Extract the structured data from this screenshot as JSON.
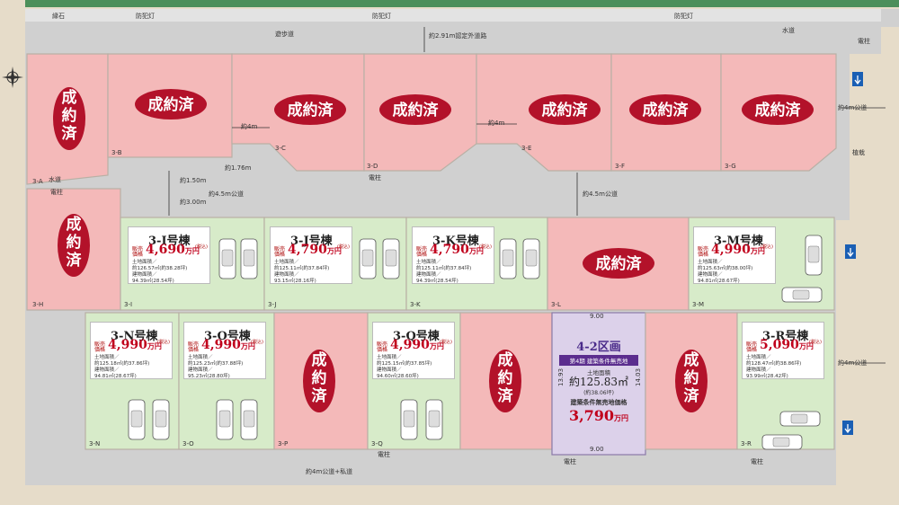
{
  "roads": {
    "top_curb": "縁石",
    "streetlight": "防犯灯",
    "promenade": "遊歩道",
    "outer_road": "約2.91m認定外道路",
    "road_4m": "約4m",
    "road_4m_public": "約4m公道",
    "road_176": "約1.76m",
    "road_150": "約1.50m",
    "road_300": "約3.00m",
    "road_45_public": "約4.5m公道",
    "bottom_road": "約4m公道+私道",
    "pole": "電柱",
    "pole_top_right": "電柱",
    "tree": "植栽",
    "water": "水道"
  },
  "seal_text": "成約済",
  "lots": [
    {
      "id": "3-A"
    },
    {
      "id": "3-B"
    },
    {
      "id": "3-C"
    },
    {
      "id": "3-D"
    },
    {
      "id": "3-E"
    },
    {
      "id": "3-F"
    },
    {
      "id": "3-G"
    },
    {
      "id": "3-H"
    },
    {
      "id": "3-I"
    },
    {
      "id": "3-J"
    },
    {
      "id": "3-K"
    },
    {
      "id": "3-L"
    },
    {
      "id": "3-M"
    },
    {
      "id": "3-N"
    },
    {
      "id": "3-O"
    },
    {
      "id": "3-P"
    },
    {
      "id": "3-Q"
    },
    {
      "id": "3-R"
    }
  ],
  "cards": [
    {
      "title": "3-I号棟",
      "price": "4,690",
      "land": "土地面積／",
      "land_val": "約126.57㎡(約38.28坪)",
      "bldg": "建物面積／",
      "bldg_val": "94.39㎡(28.54坪)"
    },
    {
      "title": "3-J号棟",
      "price": "4,790",
      "land": "土地面積／",
      "land_val": "約125.11㎡(約37.84坪)",
      "bldg": "建物面積／",
      "bldg_val": "93.15㎡(28.16坪)"
    },
    {
      "title": "3-K号棟",
      "price": "4,790",
      "land": "土地面積／",
      "land_val": "約125.11㎡(約37.84坪)",
      "bldg": "建物面積／",
      "bldg_val": "94.39㎡(28.54坪)"
    },
    {
      "title": "3-M号棟",
      "price": "4,990",
      "land": "土地面積／",
      "land_val": "約125.63㎡(約38.00坪)",
      "bldg": "建物面積／",
      "bldg_val": "94.81㎡(28.67坪)"
    },
    {
      "title": "3-N号棟",
      "price": "4,990",
      "land": "土地面積／",
      "land_val": "約125.18㎡(約37.86坪)",
      "bldg": "建物面積／",
      "bldg_val": "94.81㎡(28.67坪)"
    },
    {
      "title": "3-O号棟",
      "price": "4,990",
      "land": "土地面積／",
      "land_val": "約125.23㎡(約37.88坪)",
      "bldg": "建物面積／",
      "bldg_val": "95.23㎡(28.80坪)"
    },
    {
      "title": "3-Q号棟",
      "price": "4,990",
      "land": "土地面積／",
      "land_val": "約125.15㎡(約37.85坪)",
      "bldg": "建物面積／",
      "bldg_val": "94.60㎡(28.60坪)"
    },
    {
      "title": "3-R号棟",
      "price": "5,090",
      "land": "土地面積／",
      "land_val": "約128.47㎡(約38.86坪)",
      "bldg": "建物面積／",
      "bldg_val": "93.99㎡(28.42坪)"
    }
  ],
  "card_common": {
    "price_label": "販売価格",
    "unit": "万円",
    "tax": "(税込)"
  },
  "plot42": {
    "title": "4-2区画",
    "badge": "第4期 建築条件無売地",
    "land_label": "土地面積",
    "area": "約125.83㎡",
    "area_tsubo": "(約38.06坪)",
    "cond": "建築条件無売地価格",
    "price": "3,790",
    "unit": "万円",
    "dim_top": "9.00",
    "dim_bottom": "9.00",
    "dim_left": "13.93",
    "dim_right": "14.03"
  }
}
